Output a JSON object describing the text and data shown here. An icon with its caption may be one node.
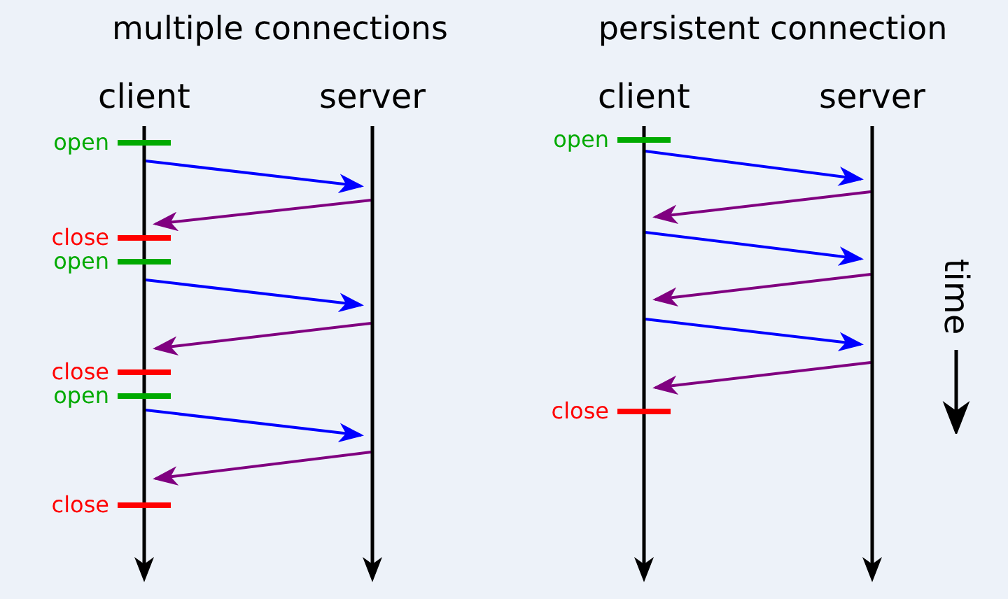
{
  "diagram": {
    "nodes": [
      {
        "text": [
          "client"
        ]
      },
      {
        "text": [
          "server"
        ]
      },
      {
        "text": [
          "client"
        ]
      },
      {
        "text": [
          "server"
        ]
      }
    ],
    "edges": [
      {
        "from": 0,
        "to": 1,
        "arrow": "to"
      },
      {
        "from": 1,
        "to": 0,
        "arrow": "to",
        "color": "#800080"
      },
      {
        "from": 0,
        "to": 1,
        "arrow": "to"
      },
      {
        "from": 1,
        "to": 0,
        "arrow": "to",
        "color": "#800080"
      },
      {
        "from": 0,
        "to": 1,
        "arrow": "to"
      },
      {
        "from": 1,
        "to": 0,
        "arrow": "to",
        "color": "#800080"
      },
      {
        "from": 2,
        "to": 3,
        "arrow": "to"
      },
      {
        "from": 3,
        "to": 2,
        "arrow": "to",
        "color": "#800080"
      },
      {
        "from": 2,
        "to": 3,
        "arrow": "to"
      },
      {
        "from": 3,
        "to": 2,
        "arrow": "to",
        "color": "#800080"
      },
      {
        "from": 2,
        "to": 3,
        "arrow": "to"
      },
      {
        "from": 3,
        "to": 2,
        "arrow": "to",
        "color": "#800080"
      }
    ],
    "labels": [
      "multiple connections",
      "persistent connection",
      "open",
      "close",
      "open",
      "close",
      "open",
      "close",
      "open",
      "close",
      "time"
    ]
  }
}
